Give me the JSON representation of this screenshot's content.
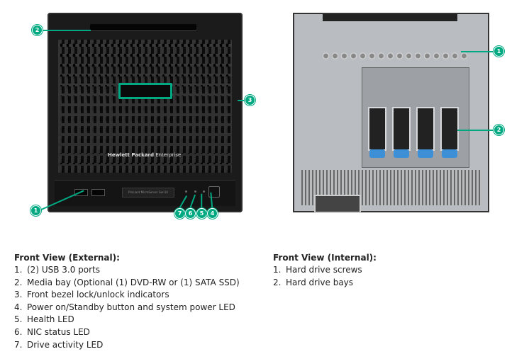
{
  "external_image": {
    "brand_bold": "Hewlett Packard",
    "brand_light": "Enterprise",
    "model_plate": "ProLiant MicroServer Gen10",
    "callouts": [
      "2",
      "3",
      "1",
      "7",
      "6",
      "5",
      "4"
    ]
  },
  "internal_image": {
    "callouts": [
      "1",
      "2"
    ]
  },
  "external_list": {
    "title": "Front View (External):",
    "items": [
      {
        "num": "1.",
        "text": "(2) USB 3.0 ports"
      },
      {
        "num": "2.",
        "text": "Media bay (Optional (1) DVD-RW or (1) SATA SSD)"
      },
      {
        "num": "3.",
        "text": "Front bezel lock/unlock indicators"
      },
      {
        "num": "4.",
        "text": "Power on/Standby button and system power LED"
      },
      {
        "num": "5.",
        "text": "Health LED"
      },
      {
        "num": "6.",
        "text": "NIC status LED"
      },
      {
        "num": "7.",
        "text": "Drive activity LED"
      }
    ]
  },
  "internal_list": {
    "title": "Front View (Internal):",
    "items": [
      {
        "num": "1.",
        "text": "Hard drive screws"
      },
      {
        "num": "2.",
        "text": "Hard drive bays"
      }
    ]
  },
  "colors": {
    "accent": "#01a982",
    "logo_frame": "#01a982",
    "drive_clip": "#3d8fd6"
  }
}
